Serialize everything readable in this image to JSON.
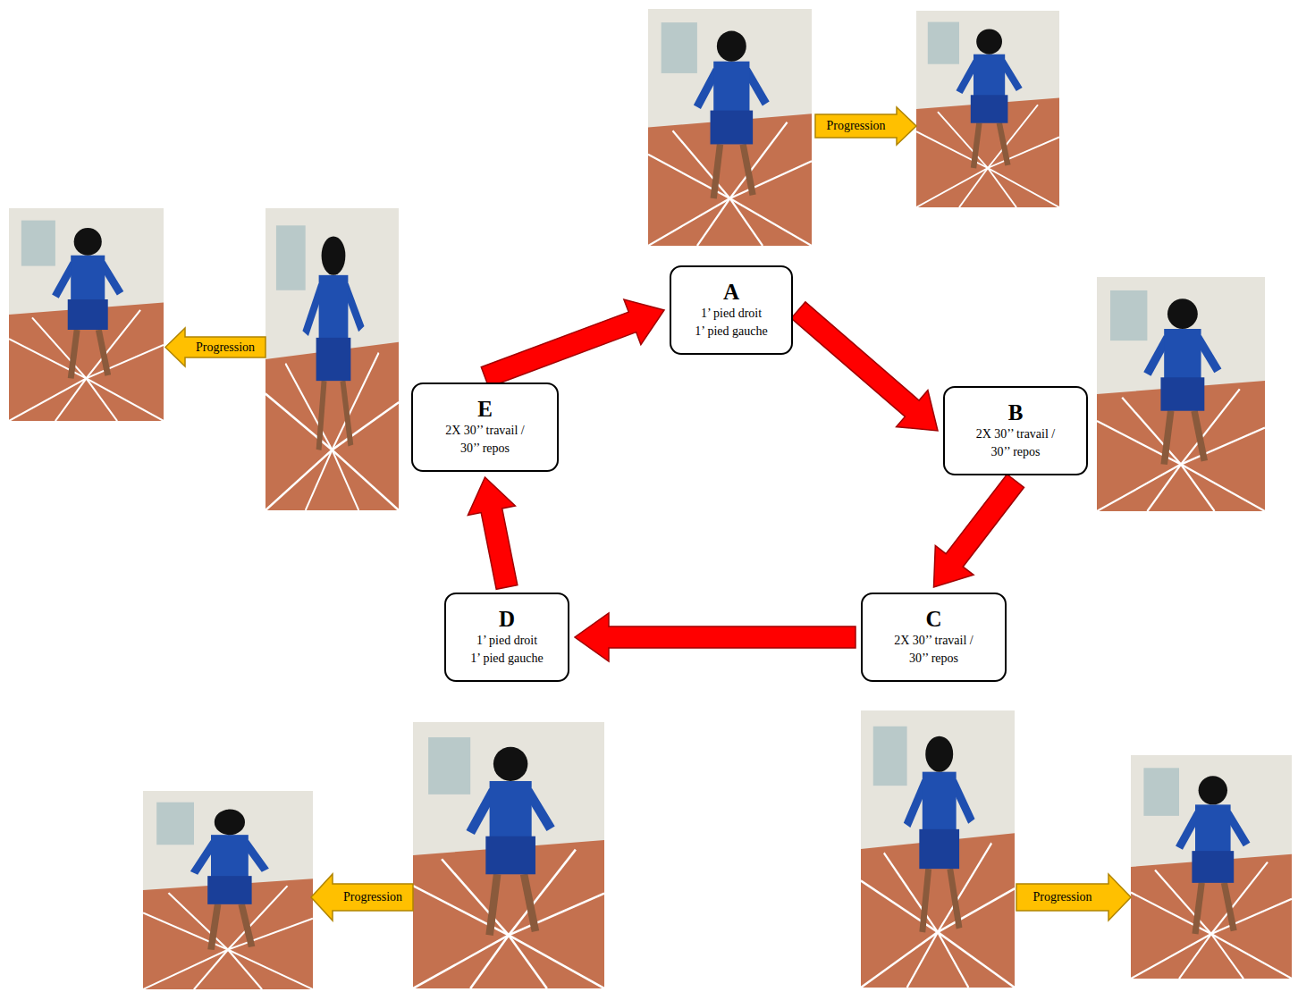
{
  "diagram": {
    "nodes": [
      {
        "text": [
          "A",
          "1’ pied droit",
          "1’ pied gauche"
        ]
      },
      {
        "text": [
          "B",
          "2X 30’’ travail / 30’’ repos"
        ]
      },
      {
        "text": [
          "C",
          "2X 30’’ travail / 30’’ repos"
        ]
      },
      {
        "text": [
          "D",
          "1’ pied droit",
          "1’ pied gauche"
        ]
      },
      {
        "text": [
          "E",
          "2X 30’’ travail / 30’’ repos"
        ]
      }
    ],
    "edges": [
      {
        "from": 0,
        "to": 1,
        "arrow": "to"
      },
      {
        "from": 1,
        "to": 2,
        "arrow": "to"
      },
      {
        "from": 2,
        "to": 3,
        "arrow": "to"
      },
      {
        "from": 3,
        "to": 4,
        "arrow": "to"
      },
      {
        "from": 4,
        "to": 0,
        "arrow": "to"
      }
    ],
    "labels": [
      "Progression",
      "Progression",
      "Progression",
      "Progression"
    ]
  }
}
